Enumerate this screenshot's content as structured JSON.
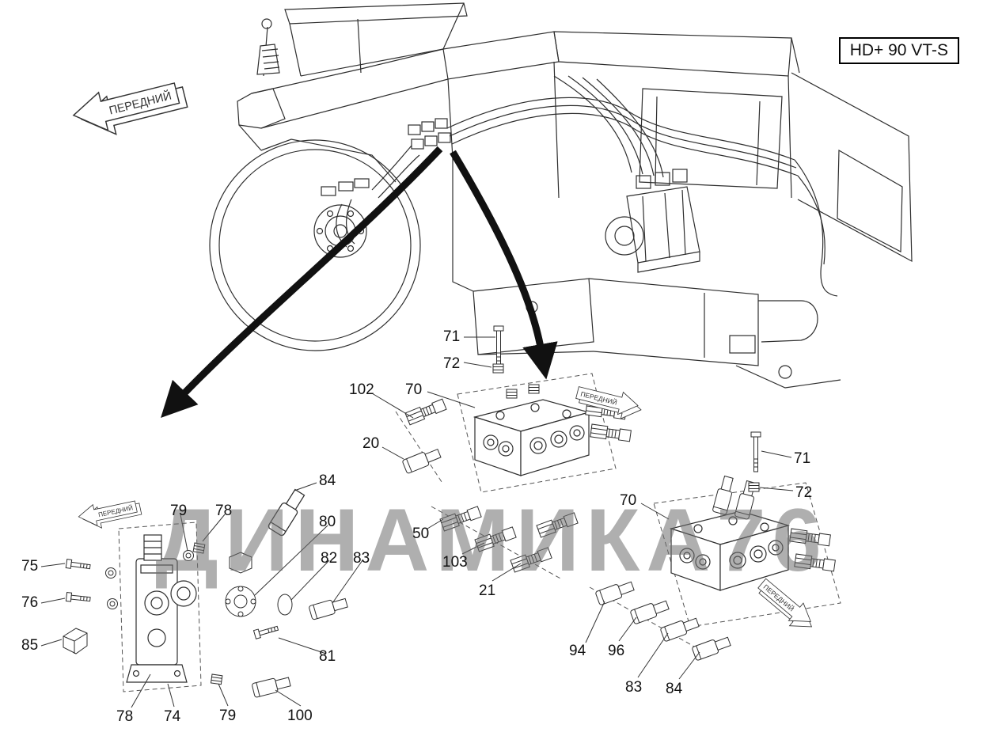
{
  "title_badge": "HD+ 90 VT-S",
  "watermark": "ДИНАМИКА76",
  "direction_label": "ПЕРЕДНИЙ",
  "callouts": [
    "71",
    "72",
    "102",
    "70",
    "20",
    "84",
    "79",
    "78",
    "80",
    "82",
    "83",
    "75",
    "76",
    "85",
    "81",
    "78",
    "74",
    "79",
    "100",
    "50",
    "103",
    "21",
    "70",
    "71",
    "72",
    "94",
    "96",
    "83",
    "84"
  ]
}
